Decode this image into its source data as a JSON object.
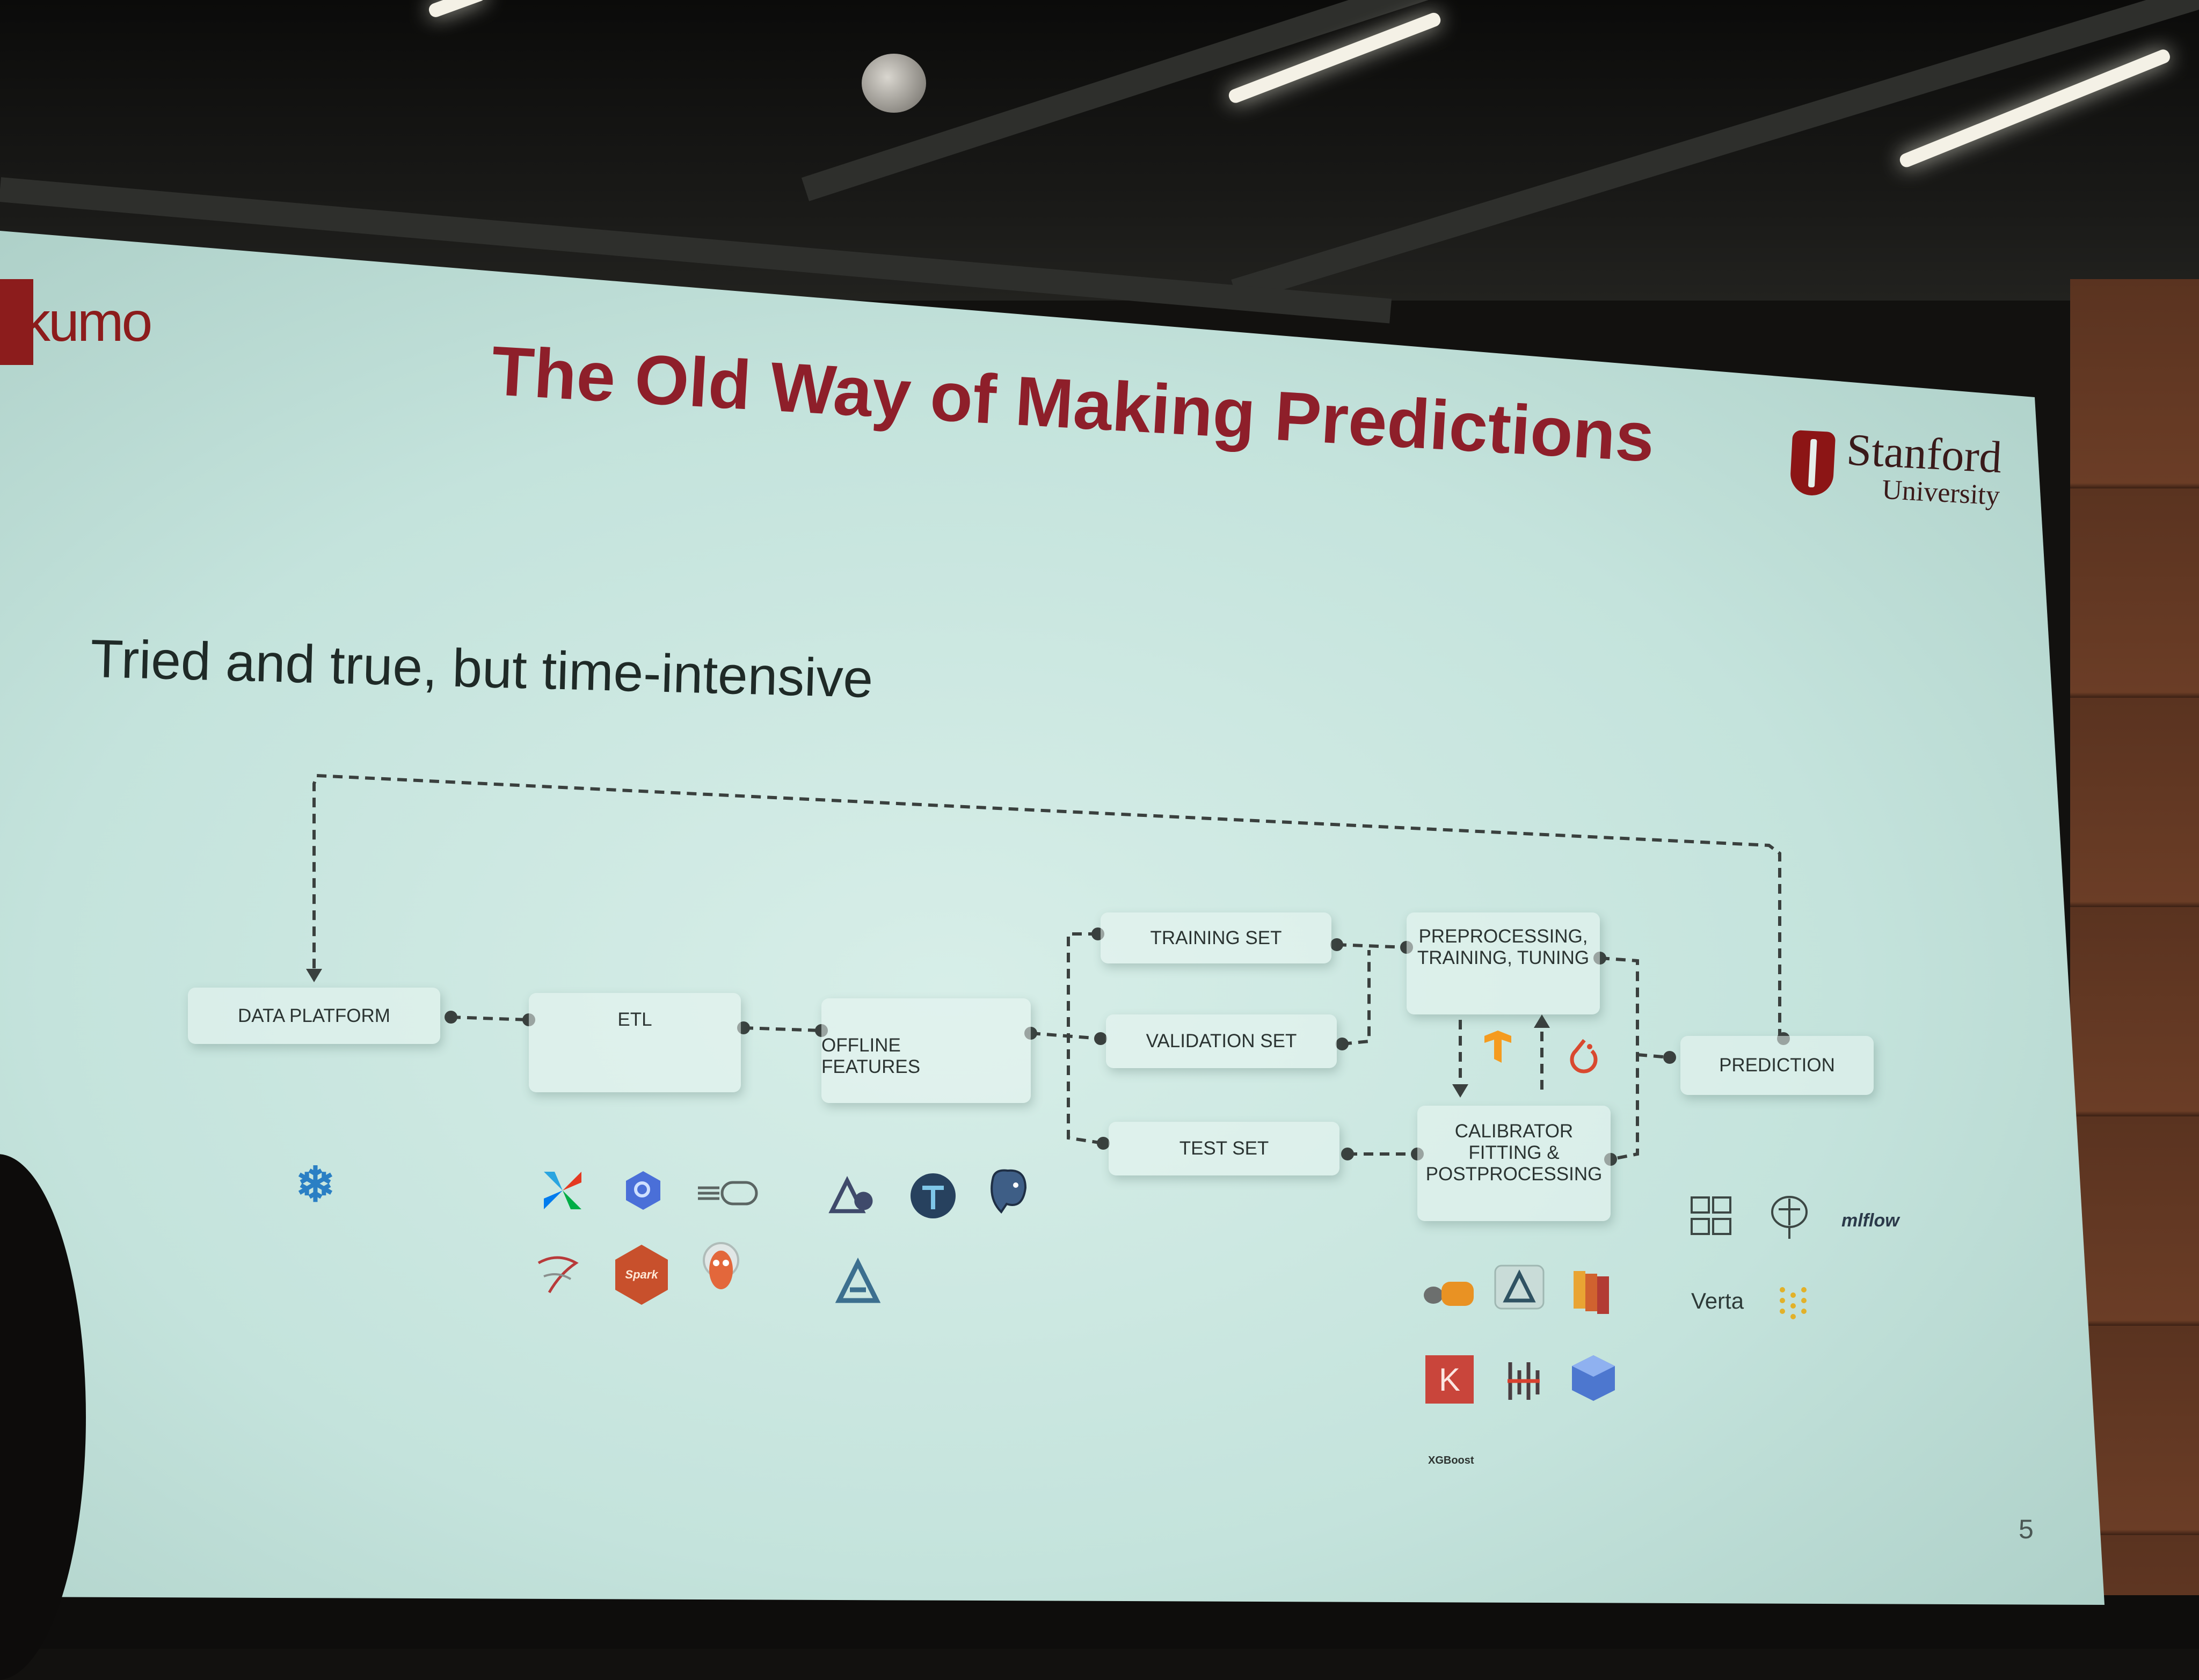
{
  "slide": {
    "brand_logo": "kumo",
    "title": "The Old Way of Making Predictions",
    "institution": {
      "name": "Stanford",
      "sub": "University"
    },
    "subtitle": "Tried and true, but time-intensive",
    "page_number": "5"
  },
  "diagram": {
    "nodes": {
      "data_platform": "DATA PLATFORM",
      "etl": "ETL",
      "offline_features": [
        "OFFLINE",
        "FEATURES"
      ],
      "training_set": "TRAINING SET",
      "validation_set": "VALIDATION SET",
      "test_set": "TEST SET",
      "preprocessing": [
        "PREPROCESSING,",
        "TRAINING, TUNING"
      ],
      "calibrator": [
        "CALIBRATOR",
        "FITTING &",
        "POSTPROCESSING"
      ],
      "prediction": "PREDICTION"
    },
    "logo_text": {
      "spark": "Spark",
      "verta": "Verta",
      "mlflow": "mlflow",
      "keras": "K",
      "xgboost": "XGBoost"
    }
  },
  "colors": {
    "brand_red": "#8c1c1c",
    "title_red": "#8e1f2a",
    "slide_bg": "#cfe9e3",
    "text_dark": "#2b3432"
  }
}
